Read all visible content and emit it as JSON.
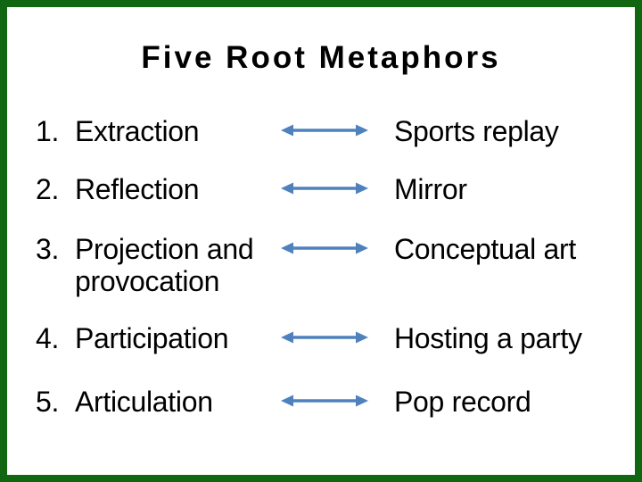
{
  "slide": {
    "title": "Five Root Metaphors"
  },
  "colors": {
    "background": "#ffffff",
    "border_green": "#116611",
    "arrow_blue": "#4f81bd",
    "text_black": "#000000"
  },
  "metaphors": [
    {
      "number": "1.",
      "concept": "Extraction",
      "metaphor": "Sports replay"
    },
    {
      "number": "2.",
      "concept": "Reflection",
      "metaphor": "Mirror"
    },
    {
      "number": "3.",
      "concept": "Projection and provocation",
      "metaphor": "Conceptual art"
    },
    {
      "number": "4.",
      "concept": "Participation",
      "metaphor": "Hosting a party"
    },
    {
      "number": "5.",
      "concept": "Articulation",
      "metaphor": "Pop record"
    }
  ]
}
